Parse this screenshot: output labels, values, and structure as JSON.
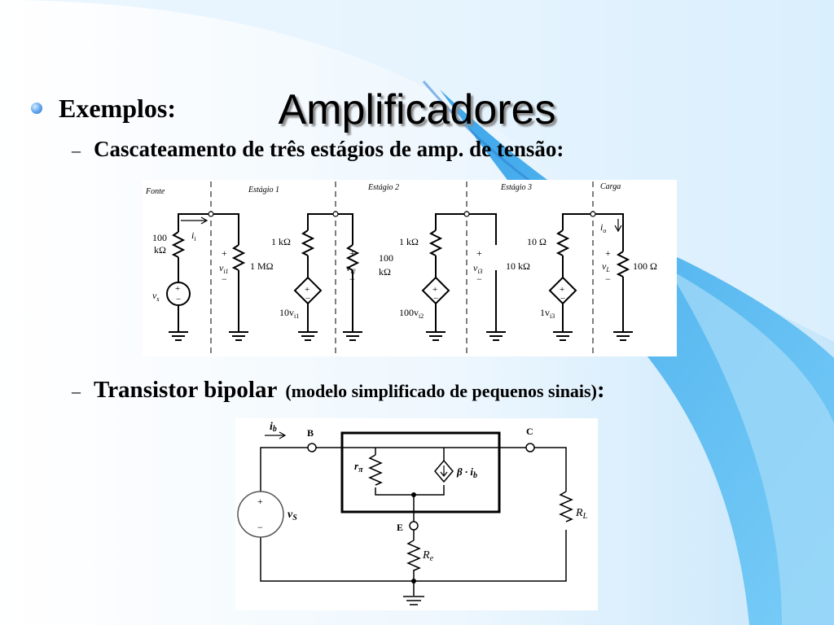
{
  "slide": {
    "title": "Amplificadores",
    "bullet": "Exemplos:",
    "subitems": [
      {
        "dash": "–",
        "text": "Cascateamento de três estágios de amp. de tensão:"
      },
      {
        "dash": "–",
        "text": "Transistor bipolar",
        "detail": "(modelo simplificado de pequenos sinais)",
        "colon": ":"
      }
    ]
  },
  "figure1": {
    "headers": [
      "Fonte",
      "Estágio 1",
      "Estágio 2",
      "Estágio 3",
      "Carga"
    ],
    "source": {
      "resistor": "100",
      "resistor_unit": "kΩ",
      "current": "i",
      "current_sub": "i",
      "voltage": "v",
      "voltage_sub": "s"
    },
    "stage1": {
      "input_v": "v",
      "input_sub": "i1",
      "input_r": "1 MΩ",
      "output_r": "1 kΩ",
      "gain": "10v",
      "gain_sub": "i1"
    },
    "stage2": {
      "input_v": "v",
      "input_sub": "i2",
      "input_r": "100",
      "input_r_unit": "kΩ",
      "output_r": "1 kΩ",
      "gain": "100v",
      "gain_sub": "i2"
    },
    "stage3": {
      "input_v": "v",
      "input_sub": "i3",
      "input_r": "10 kΩ",
      "output_r": "10 Ω",
      "gain": "1v",
      "gain_sub": "i3"
    },
    "load": {
      "current": "i",
      "current_sub": "o",
      "voltage": "v",
      "voltage_sub": "L",
      "resistor": "100 Ω"
    }
  },
  "figure2": {
    "ib": "i",
    "ib_sub": "b",
    "node_b": "B",
    "node_c": "C",
    "node_e": "E",
    "r_pi": "r",
    "r_pi_sub": "π",
    "source_beta": "β · i",
    "source_beta_sub": "b",
    "vs": "v",
    "vs_sub": "S",
    "rl": "R",
    "rl_sub": "L",
    "re": "R",
    "re_sub": "e",
    "plus": "+",
    "minus": "−"
  },
  "colors": {
    "accent_blue": "#4fb3f0",
    "light_blue": "#c8e8fb",
    "bullet": "#3a8ee6"
  }
}
